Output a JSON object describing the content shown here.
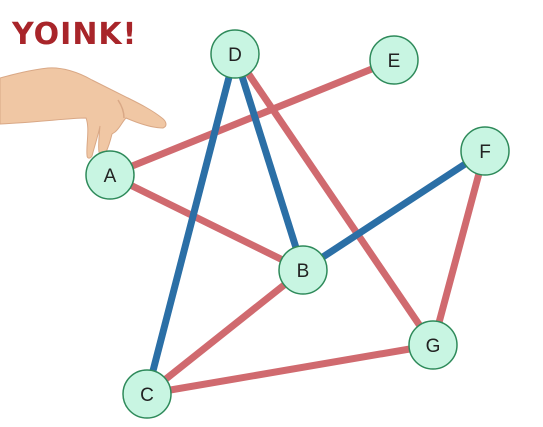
{
  "title": "YOINK!",
  "colors": {
    "title": "#a8252a",
    "red_edge": "#d06a6f",
    "blue_edge": "#2b6fa6",
    "node_fill": "#c8f5e2",
    "node_stroke": "#2e8a5a",
    "skin": "#f0c7a4"
  },
  "nodes": [
    {
      "id": "A",
      "label": "A"
    },
    {
      "id": "B",
      "label": "B"
    },
    {
      "id": "C",
      "label": "C"
    },
    {
      "id": "D",
      "label": "D"
    },
    {
      "id": "E",
      "label": "E"
    },
    {
      "id": "F",
      "label": "F"
    },
    {
      "id": "G",
      "label": "G"
    }
  ],
  "edges": [
    {
      "from": "A",
      "to": "E",
      "color": "red"
    },
    {
      "from": "A",
      "to": "B",
      "color": "red"
    },
    {
      "from": "D",
      "to": "G",
      "color": "red"
    },
    {
      "from": "F",
      "to": "G",
      "color": "red"
    },
    {
      "from": "B",
      "to": "C",
      "color": "red"
    },
    {
      "from": "C",
      "to": "G",
      "color": "red"
    },
    {
      "from": "D",
      "to": "C",
      "color": "blue"
    },
    {
      "from": "D",
      "to": "B",
      "color": "blue"
    },
    {
      "from": "B",
      "to": "F",
      "color": "blue"
    }
  ],
  "hand_icon": "pinching-hand-icon"
}
